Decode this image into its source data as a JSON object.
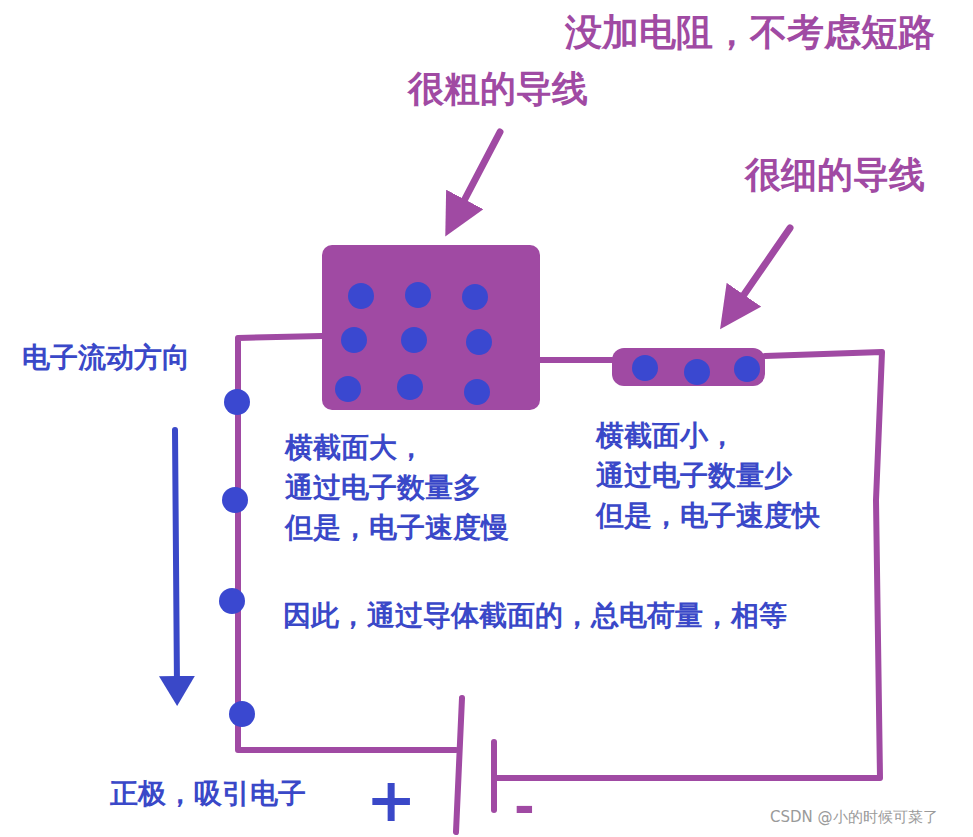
{
  "diagram": {
    "labels": [
      "没加电阻，不考虑短路",
      "很粗的导线",
      "很细的导线",
      "电子流动方向",
      "横截面大， 通过电子数量多 但是，电子速度慢",
      "横截面小， 通过电子数量少 但是，电子速度快",
      "因此，通过导体截面的，总电荷量，相等",
      "正极，吸引电子",
      "+",
      "-",
      "CSDN @小的时候可菜了"
    ]
  }
}
